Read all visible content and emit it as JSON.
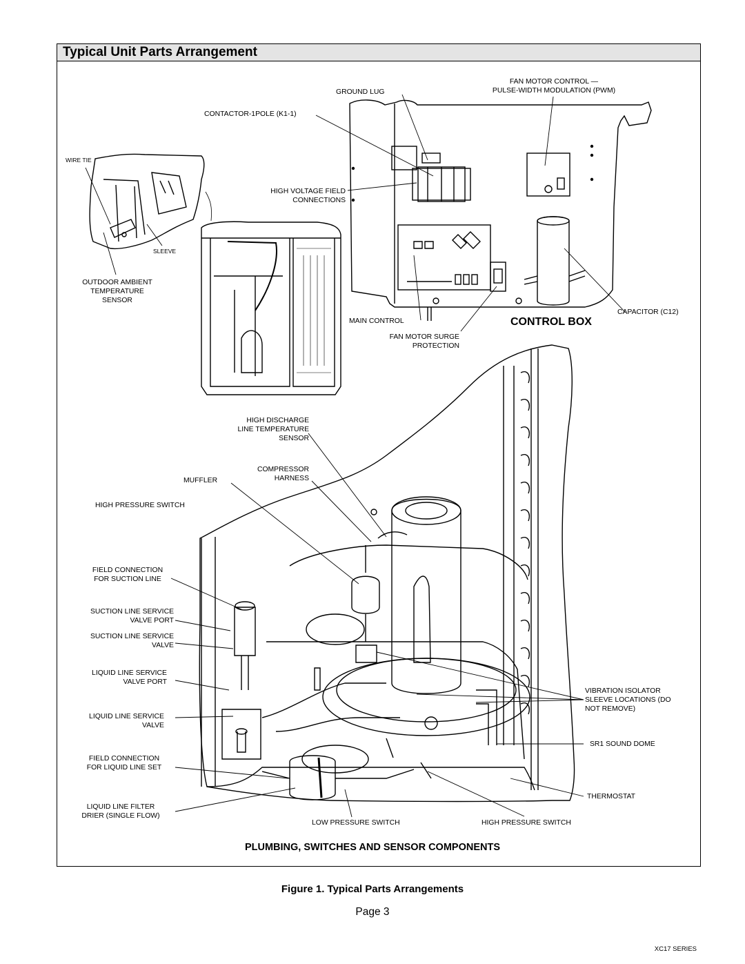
{
  "title": "Typical Unit Parts Arrangement",
  "control_box": {
    "heading": "CONTROL BOX",
    "labels": {
      "fan_motor_control": "FAN MOTOR CONTROL —\nPULSE-WIDTH MODULATION (PWM)",
      "ground_lug": "GROUND LUG",
      "contactor": "CONTACTOR-1POLE (K1-1)",
      "high_voltage": "HIGH VOLTAGE FIELD\nCONNECTIONS",
      "main_control": "MAIN CONTROL",
      "fan_motor_surge": "FAN MOTOR SURGE\nPROTECTION",
      "capacitor": "CAPACITOR (C12)"
    }
  },
  "sensor_inset": {
    "labels": {
      "wire_tie": "WIRE TIE",
      "sleeve": "SLEEVE",
      "outdoor_ambient": "OUTDOOR AMBIENT\nTEMPERATURE\nSENSOR"
    }
  },
  "plumbing": {
    "heading": "PLUMBING, SWITCHES AND SENSOR COMPONENTS",
    "labels": {
      "high_discharge": "HIGH DISCHARGE\nLINE TEMPERATURE\nSENSOR",
      "compressor_harness": "COMPRESSOR\nHARNESS",
      "muffler": "MUFFLER",
      "high_pressure_switch_top": "HIGH PRESSURE SWITCH",
      "field_conn_suction": "FIELD CONNECTION\nFOR SUCTION LINE",
      "suction_port": "SUCTION LINE SERVICE\nVALVE PORT",
      "suction_valve": "SUCTION LINE SERVICE\nVALVE",
      "liquid_port": "LIQUID LINE SERVICE\nVALVE PORT",
      "liquid_valve": "LIQUID LINE SERVICE\nVALVE",
      "field_conn_liquid": "FIELD CONNECTION\nFOR LIQUID LINE SET",
      "filter_drier": "LIQUID LINE FILTER\nDRIER (SINGLE FLOW)",
      "low_pressure_switch": "LOW PRESSURE SWITCH",
      "high_pressure_switch_bottom": "HIGH PRESSURE SWITCH",
      "thermostat": "THERMOSTAT",
      "sound_dome": "SR1 SOUND DOME",
      "vibration_isolator": "VIBRATION ISOLATOR\nSLEEVE LOCATIONS (DO\nNOT REMOVE)"
    }
  },
  "caption": "Figure 1. Typical Parts Arrangements",
  "page_label": "Page 3",
  "series": "XC17 SERIES"
}
